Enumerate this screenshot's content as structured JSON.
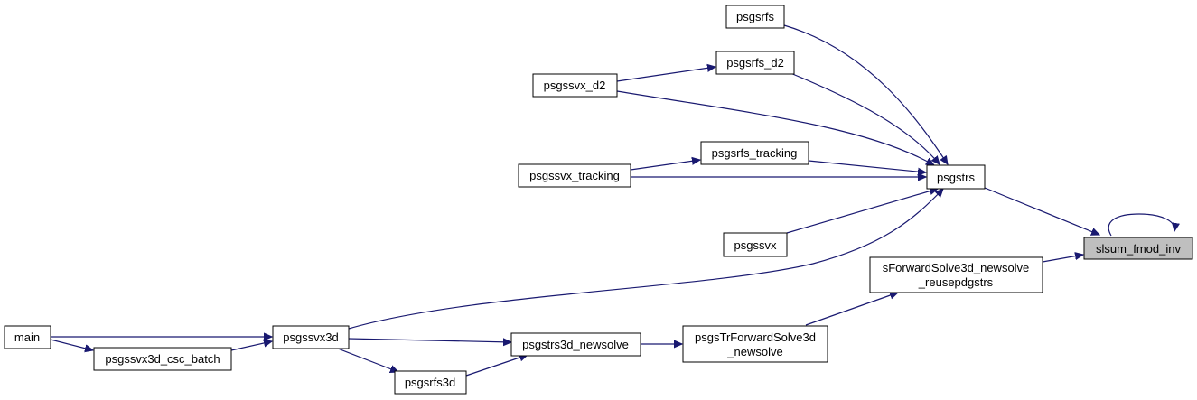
{
  "nodes": {
    "slsum": "slsum_fmod_inv",
    "psgstrs": "psgstrs",
    "psgsrfs": "psgsrfs",
    "psgsrfs_d2": "psgsrfs_d2",
    "psgssvx_d2": "psgssvx_d2",
    "psgsrfs_tracking": "psgsrfs_tracking",
    "psgssvx_tracking": "psgssvx_tracking",
    "psgssvx": "psgssvx",
    "sfwd_line1": "sForwardSolve3d_newsolve",
    "sfwd_line2": "_reusepdgstrs",
    "psgsTr_line1": "psgsTrForwardSolve3d",
    "psgsTr_line2": "_newsolve",
    "psgstrs3d": "psgstrs3d_newsolve",
    "psgssvx3d": "psgssvx3d",
    "main": "main",
    "batch": "psgssvx3d_csc_batch",
    "psgsrfs3d": "psgsrfs3d"
  },
  "colors": {
    "edge": "#191970",
    "highlight": "#bfbfbf"
  }
}
